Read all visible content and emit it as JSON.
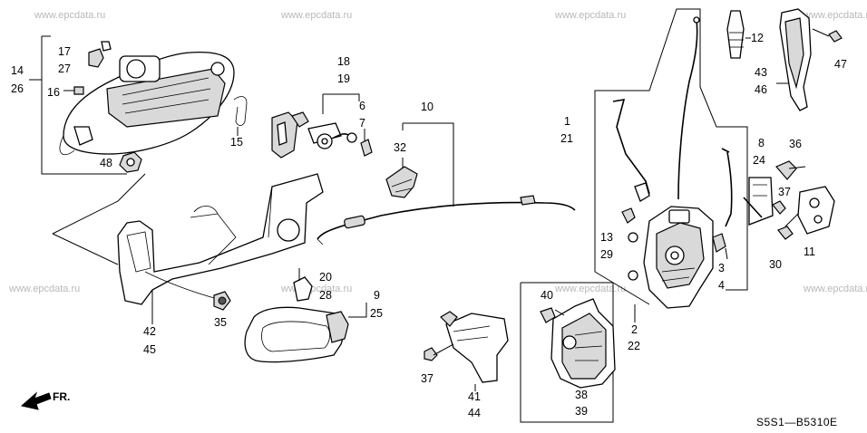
{
  "watermark_text": "www.epcdata.ru",
  "diagram_code": "S5S1—B5310E",
  "direction_label": "FR.",
  "callouts": {
    "c17": "17",
    "c27": "27",
    "c14": "14",
    "c26": "26",
    "c16": "16",
    "c15": "15",
    "c48": "48",
    "c18": "18",
    "c19": "19",
    "c6": "6",
    "c7": "7",
    "c10": "10",
    "c32": "32",
    "c12": "12",
    "c43": "43",
    "c46": "46",
    "c47": "47",
    "c1": "1",
    "c21": "21",
    "c8": "8",
    "c24": "24",
    "c36": "36",
    "c37a": "37",
    "c13": "13",
    "c29": "29",
    "c3": "3",
    "c4": "4",
    "c11": "11",
    "c30": "30",
    "c20": "20",
    "c28": "28",
    "c9": "9",
    "c25": "25",
    "c35": "35",
    "c42": "42",
    "c45": "45",
    "c40": "40",
    "c2": "2",
    "c22": "22",
    "c37b": "37",
    "c41": "41",
    "c44": "44",
    "c38": "38",
    "c39": "39"
  }
}
